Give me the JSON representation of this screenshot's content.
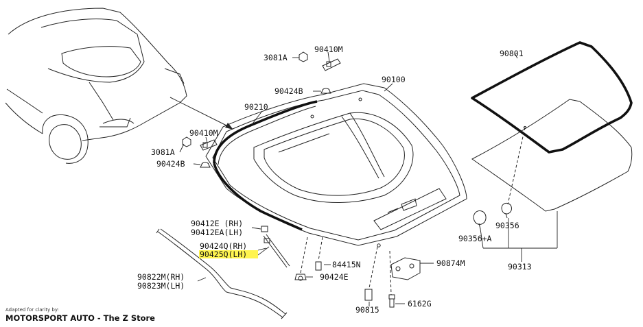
{
  "diagram": {
    "parts": {
      "p3081A_top": "3081A",
      "p90410M_top": "90410M",
      "p90424B_top": "90424B",
      "p90100": "90100",
      "p90210": "90210",
      "p90410M_mid": "90410M",
      "p3081A_mid": "3081A",
      "p90424B_mid": "90424B",
      "p90801": "90801",
      "p90412E": "90412E (RH)",
      "p90412EA": "90412EA(LH)",
      "p90424Q": "90424Q(RH)",
      "p90425Q": "90425Q(LH)",
      "p84415N": "84415N",
      "p90874M": "90874M",
      "p90424E": "90424E",
      "p90822M": "90822M(RH)",
      "p90823M": "90823M(LH)",
      "p90356A": "90356+A",
      "p90356": "90356",
      "p90313": "90313",
      "p90815": "90815",
      "p6162G": "6162G"
    },
    "highlight_color": "#fff44f"
  },
  "credit": {
    "small": "Adapted for clarity by:",
    "big": "MOTORSPORT AUTO - The Z Store"
  }
}
